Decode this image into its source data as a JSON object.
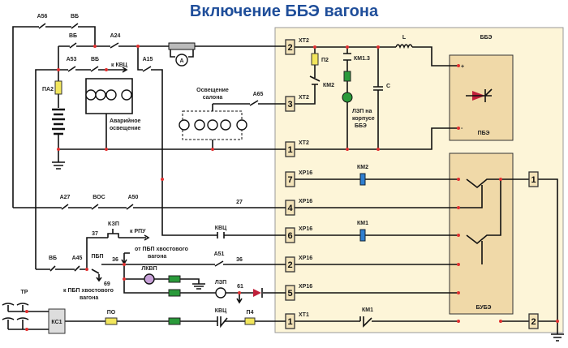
{
  "title": "Включение ББЭ вагона",
  "colors": {
    "title": "#1f4e9a",
    "panel": "#fdf5d8",
    "block": "#f0d9a8",
    "node": "#e03030",
    "fuse": "#f2e65c",
    "resistor": "#2a9a3a",
    "relay_coil": "#2f7fd0",
    "diode": "#c0203a"
  },
  "left": {
    "a56": "А56",
    "vb1": "ВБ",
    "vb2": "ВБ",
    "a24": "А24",
    "a53": "А53",
    "vb3": "ВБ",
    "k_kvc": "к КВЦ",
    "a15": "А15",
    "pa2": "ПА2",
    "emergency_1": "Аварийное",
    "emergency_2": "освещение",
    "salon_1": "Освещение",
    "salon_2": "салона",
    "a65": "А65",
    "a27": "А27",
    "voc": "ВОС",
    "a50": "А50",
    "wire27": "27",
    "kzp": "КЗП",
    "wire37": "37",
    "k_rpu": "к РПУ",
    "kvc1": "КВЦ",
    "vb4": "ВБ",
    "a45": "А45",
    "pbp": "ПБП",
    "wire36a": "36",
    "from_pbp_1": "от ПБП хвостового",
    "from_pbp_2": "вагона",
    "a51": "А51",
    "wire36b": "36",
    "wire69": "69",
    "to_pbp_1": "к ПБП хвостового",
    "to_pbp_2": "вагона",
    "lkvp": "ЛКВП",
    "lzp": "ЛЗП",
    "wire61": "61",
    "tr": "ТР",
    "kc1": "КС1",
    "po": "ПО",
    "kvc2": "КВЦ",
    "p4": "П4",
    "ammeter": "A"
  },
  "bbe": {
    "label": "ББЭ",
    "pbe": "ПБЭ",
    "bube": "БУБЭ",
    "inductor": "L",
    "capacitor": "C",
    "plus": "+",
    "minus": "-",
    "p2": "П2",
    "km2_contact": "КМ2",
    "km13": "КМ1.3",
    "lzp_1": "ЛЗП на",
    "lzp_2": "корпусе",
    "lzp_3": "ББЭ",
    "connectors": [
      {
        "num": "2",
        "label": "ХТ2"
      },
      {
        "num": "3",
        "label": "ХТ2"
      },
      {
        "num": "1",
        "label": "ХТ2"
      },
      {
        "num": "7",
        "label": "ХР16"
      },
      {
        "num": "4",
        "label": "ХР16"
      },
      {
        "num": "6",
        "label": "ХР16"
      },
      {
        "num": "2",
        "label": "ХР16"
      },
      {
        "num": "5",
        "label": "ХР16"
      },
      {
        "num": "1",
        "label": "ХТ1"
      }
    ],
    "km2_coil": "КМ2",
    "km1_coil": "КМ1",
    "km1_contact": "КМ1",
    "out_top": "1",
    "out_bottom": "2"
  }
}
